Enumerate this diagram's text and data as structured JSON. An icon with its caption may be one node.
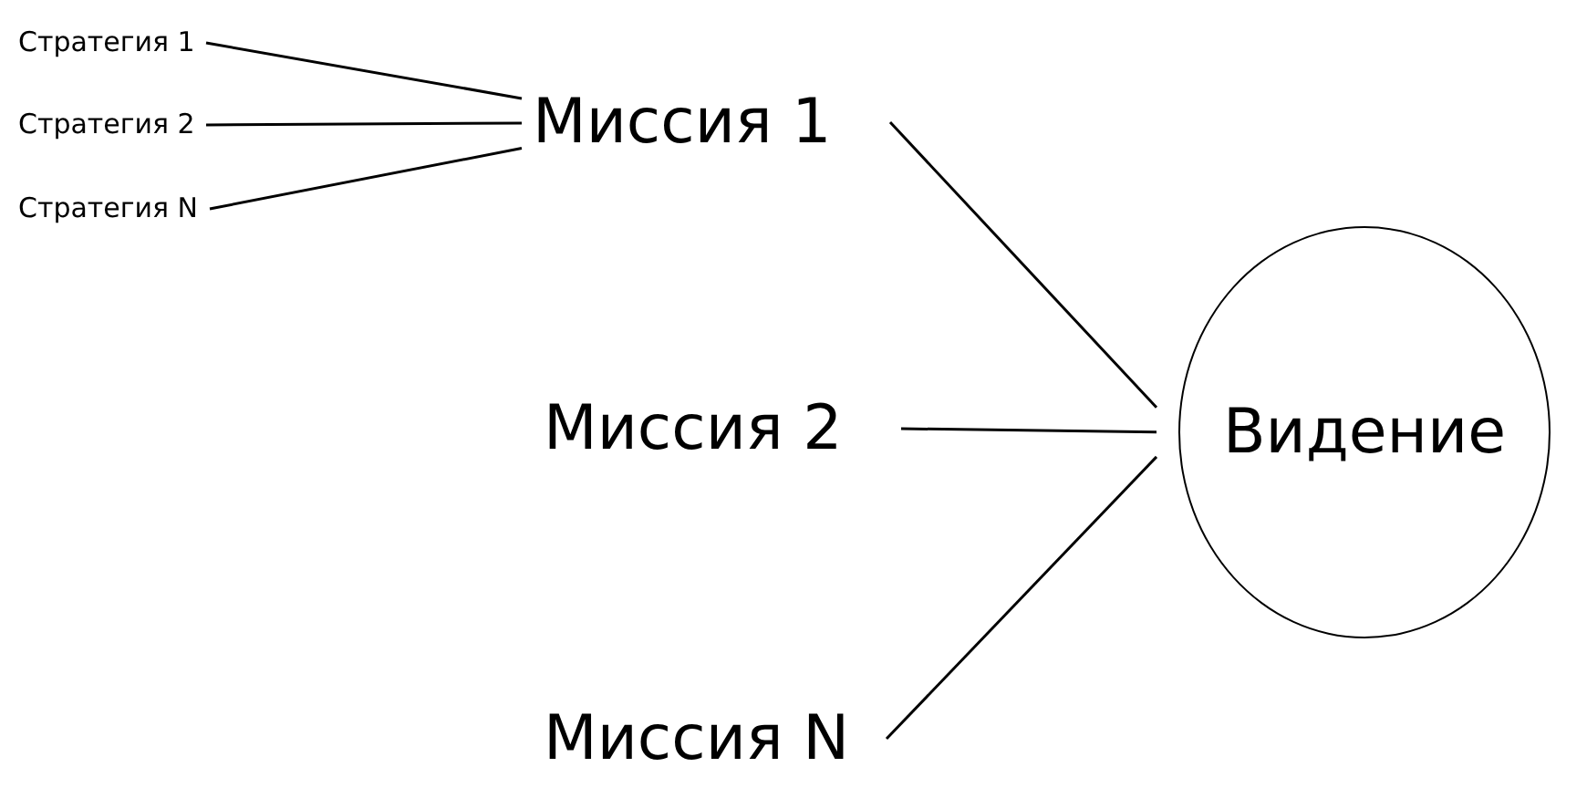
{
  "diagram": {
    "nodes": [
      {
        "text": [
          "Стратегия 1"
        ]
      },
      {
        "text": [
          "Стратегия 2"
        ]
      },
      {
        "text": [
          "Стратегия N"
        ]
      },
      {
        "text": [
          "Миссия 1"
        ]
      },
      {
        "text": [
          "Миссия 2"
        ]
      },
      {
        "text": [
          "Миссия N"
        ]
      },
      {
        "text": [
          "Видение"
        ]
      }
    ],
    "edges": [
      {
        "from": 0,
        "to": 3,
        "arrow": "none"
      },
      {
        "from": 1,
        "to": 3,
        "arrow": "none"
      },
      {
        "from": 2,
        "to": 3,
        "arrow": "none"
      },
      {
        "from": 3,
        "to": 6,
        "arrow": "none"
      },
      {
        "from": 4,
        "to": 6,
        "arrow": "none"
      },
      {
        "from": 5,
        "to": 6,
        "arrow": "none"
      }
    ]
  }
}
